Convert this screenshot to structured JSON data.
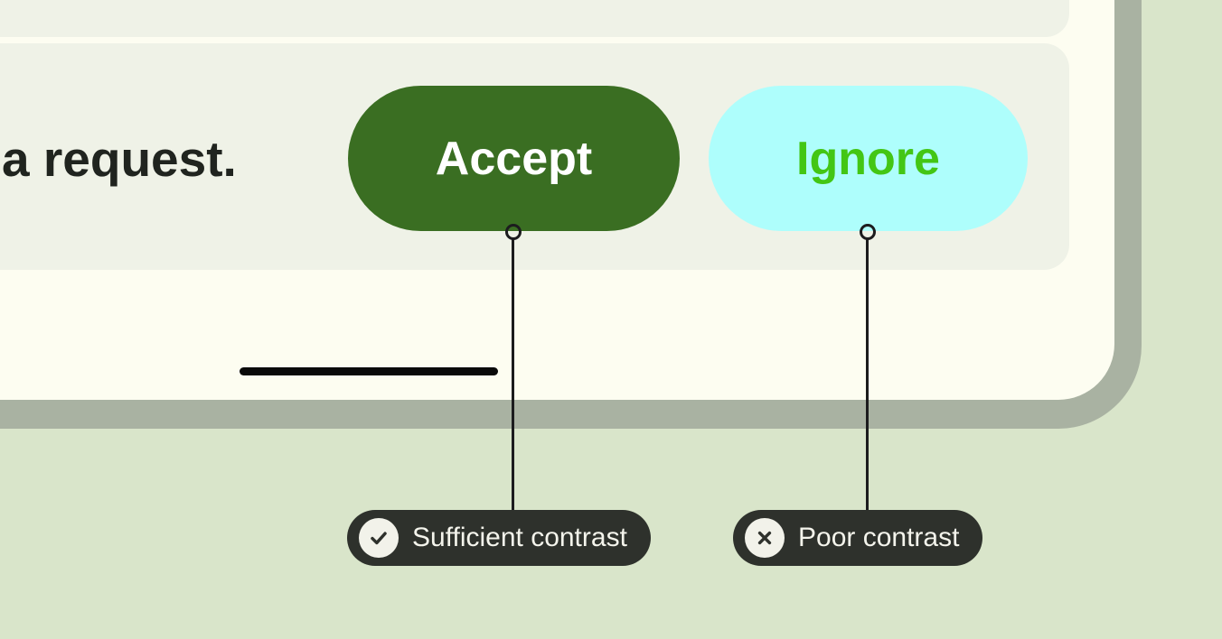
{
  "palette": {
    "page_bg": "#d9e5ca",
    "card_bg": "#fdfdf1",
    "card_shadow": "#a9b2a2",
    "panel_bg": "#eff2e7",
    "message_text": "#20241f",
    "accept_bg": "#3a6e22",
    "accept_text": "#ffffff",
    "ignore_bg": "#aefefc",
    "ignore_text": "#43c614",
    "callout_bg": "#2e312c",
    "callout_icon_bg": "#f2f2ea",
    "callout_text": "#f4f4ec",
    "connector": "#1c1c1e",
    "divider": "#0a0a0a"
  },
  "dialog": {
    "message_fragment": "a request.",
    "buttons": [
      {
        "label": "Accept"
      },
      {
        "label": "Ignore"
      }
    ]
  },
  "annotations": [
    {
      "label": "Sufficient contrast",
      "icon": "check-circle-icon",
      "status": "pass"
    },
    {
      "label": "Poor contrast",
      "icon": "x-circle-icon",
      "status": "fail"
    }
  ]
}
